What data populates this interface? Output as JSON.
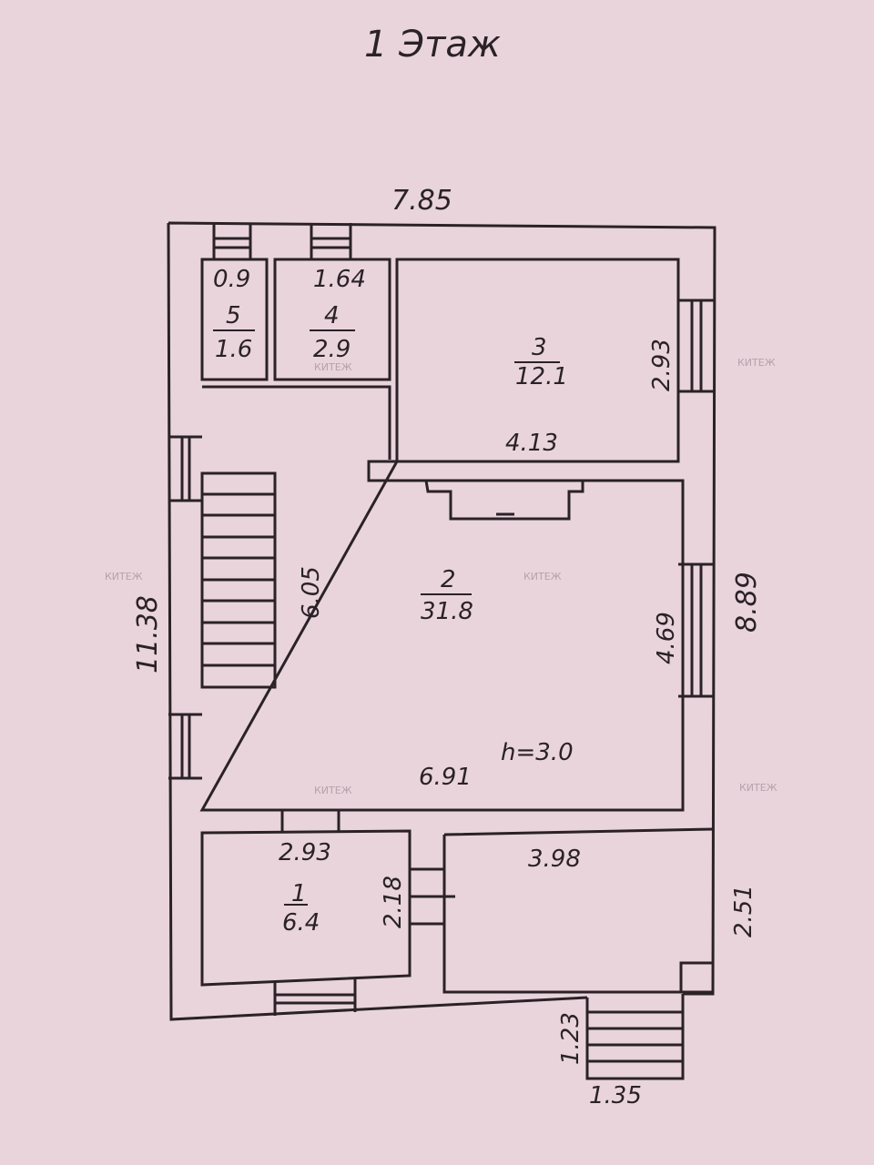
{
  "title": "1  Этаж",
  "watermark": "КИТЕЖ",
  "overall": {
    "width": "7.85",
    "length": "11.38",
    "right_side": "8.89",
    "porch_length": "1.23",
    "porch_width": "1.35"
  },
  "rooms": [
    {
      "number": "1",
      "area": "6.4",
      "dim_width": "2.93",
      "dim_depth": "2.18"
    },
    {
      "number": "2",
      "area": "31.8",
      "dim_width": "6.91",
      "dim_depth": "6.05",
      "dim_right": "4.69",
      "height": "h=3.0"
    },
    {
      "number": "3",
      "area": "12.1",
      "dim_width": "4.13",
      "dim_depth": "2.93"
    },
    {
      "number": "4",
      "area": "2.9",
      "dim_width": "1.64"
    },
    {
      "number": "5",
      "area": "1.6",
      "dim_width": "0.9"
    },
    {
      "dim_width": "3.98",
      "dim_depth": "2.51"
    }
  ]
}
